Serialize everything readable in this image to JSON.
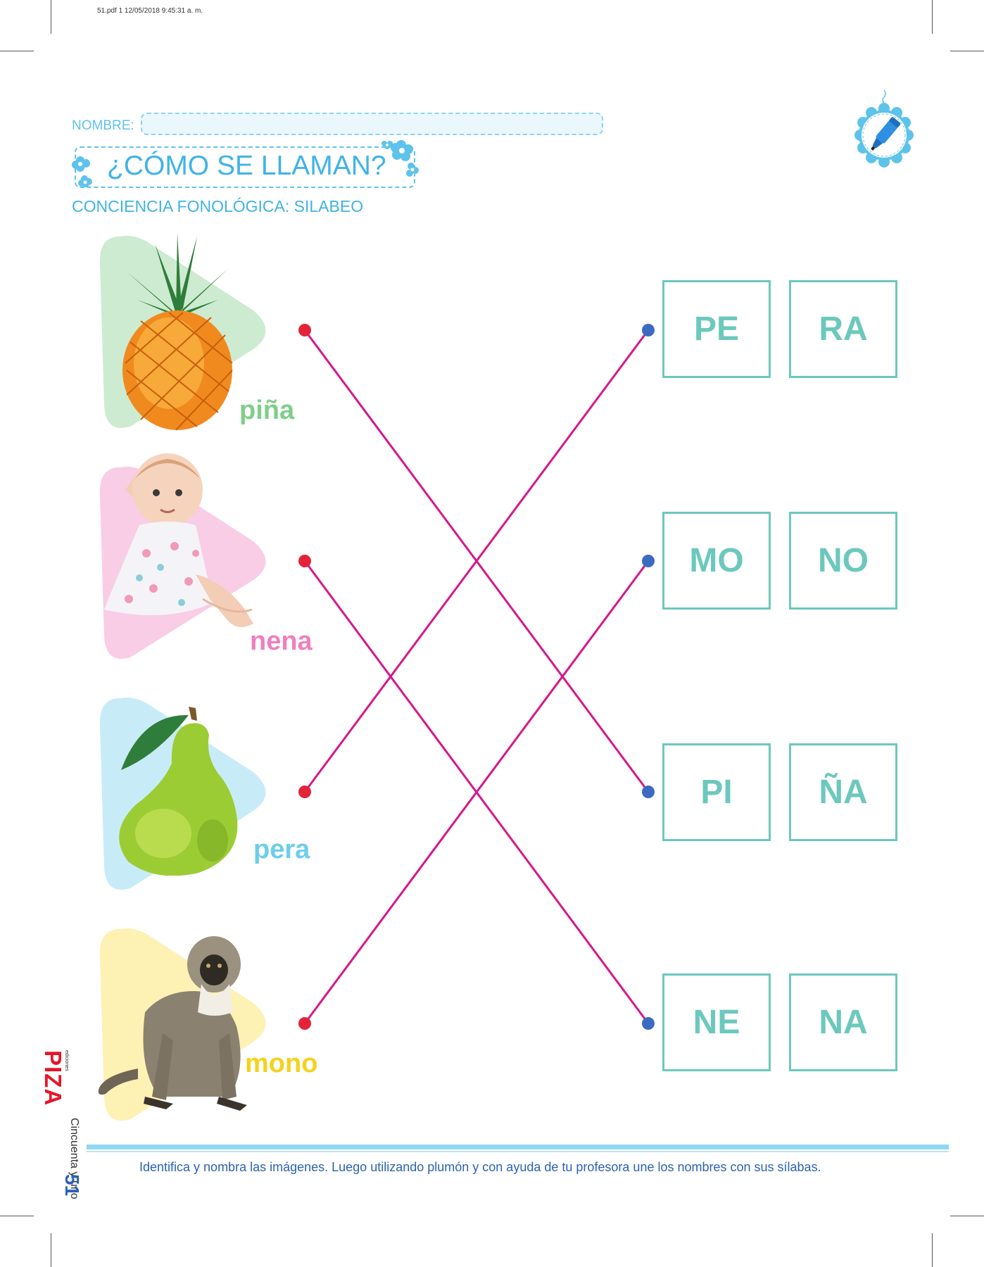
{
  "print_header": "51.pdf   1   12/05/2018   9:45:31 a. m.",
  "form": {
    "name_label": "NOMBRE:"
  },
  "title": "¿CÓMO SE LLAMAN?",
  "subtitle": "CONCIENCIA FONOLÓGICA: SILABEO",
  "images": [
    {
      "word": "piña",
      "subject": "pineapple",
      "tint": "#cdebd0",
      "word_color": "#7fce8a"
    },
    {
      "word": "nena",
      "subject": "baby",
      "tint": "#f9cde6",
      "word_color": "#ef7fbe"
    },
    {
      "word": "pera",
      "subject": "pear",
      "tint": "#c8ecf7",
      "word_color": "#6ccdec"
    },
    {
      "word": "mono",
      "subject": "monkey",
      "tint": "#fdf1b4",
      "word_color": "#f3d21f"
    }
  ],
  "syllable_boxes": [
    {
      "first": "PE",
      "second": "RA"
    },
    {
      "first": "MO",
      "second": "NO"
    },
    {
      "first": "PI",
      "second": "ÑA"
    },
    {
      "first": "NE",
      "second": "NA"
    }
  ],
  "connections": [
    {
      "from_word": "piña",
      "to_syllables": "PI ÑA"
    },
    {
      "from_word": "nena",
      "to_syllables": "NE NA"
    },
    {
      "from_word": "pera",
      "to_syllables": "PE RA"
    },
    {
      "from_word": "mono",
      "to_syllables": "MO NO"
    }
  ],
  "colors": {
    "accent_blue": "#3fb3e6",
    "box_teal": "#6cc8bd",
    "line_magenta": "#d6178a",
    "dot_red": "#e3233a",
    "dot_blue": "#3a6bc1",
    "instruction_blue": "#2a62b5"
  },
  "footer": {
    "instruction": "Identifica y nombra las imágenes. Luego utilizando plumón y con ayuda de tu profesora une los nombres con sus sílabas.",
    "page_number": "51",
    "page_words": "Cincuenta y uno",
    "logo": "PIZA",
    "logo_sub": "ediciones"
  },
  "icons": [
    "marker-pen-icon",
    "flower-icon"
  ]
}
